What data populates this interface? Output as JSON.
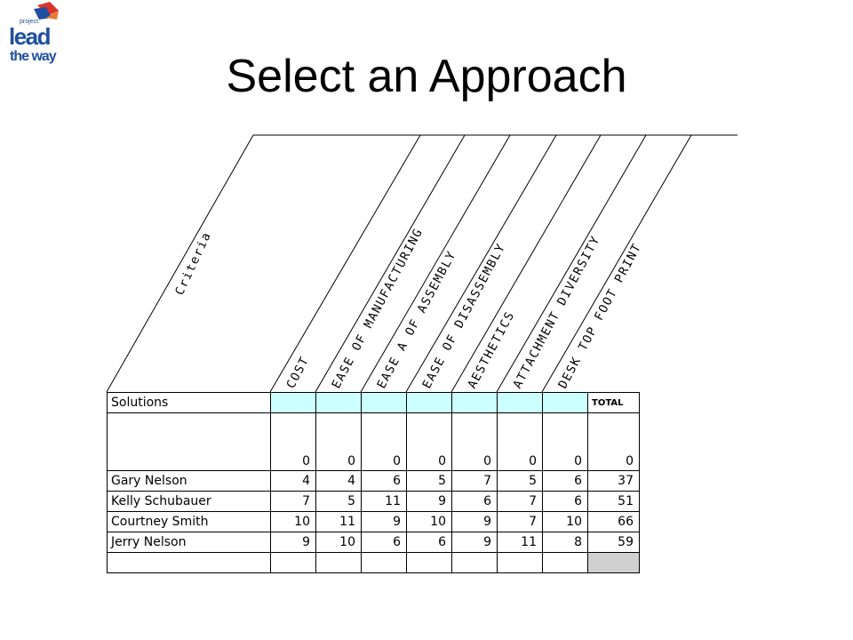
{
  "logo": {
    "small": "project",
    "line1": "lead",
    "line2": "the way"
  },
  "title": "Select an Approach",
  "criteria_label": "Criteria",
  "criteria": [
    "COST",
    "EASE OF MANUFACTURING",
    "EASE A OF ASSEMBLY",
    "EASE OF DISASSEMBLY",
    "AESTHETICS",
    "ATTACHMENT DIVERSITY",
    "DESK TOP FOOT PRINT"
  ],
  "table": {
    "solutions_label": "Solutions",
    "total_label": "TOTAL",
    "weights": [
      "0",
      "0",
      "0",
      "0",
      "0",
      "0",
      "0",
      "0"
    ],
    "rows": [
      {
        "name": "Gary Nelson",
        "scores": [
          "4",
          "4",
          "6",
          "5",
          "7",
          "5",
          "6"
        ],
        "total": "37"
      },
      {
        "name": "Kelly Schubauer",
        "scores": [
          "7",
          "5",
          "11",
          "9",
          "6",
          "7",
          "6"
        ],
        "total": "51"
      },
      {
        "name": "Courtney Smith",
        "scores": [
          "10",
          "11",
          "9",
          "10",
          "9",
          "7",
          "10"
        ],
        "total": "66"
      },
      {
        "name": "Jerry Nelson",
        "scores": [
          "9",
          "10",
          "6",
          "6",
          "9",
          "11",
          "8"
        ],
        "total": "59"
      }
    ]
  },
  "colors": {
    "header_cells": "#ccffff",
    "total_footer": "#d0d0d0",
    "logo_blue": "#1f4fa0",
    "logo_red": "#d8342b"
  }
}
